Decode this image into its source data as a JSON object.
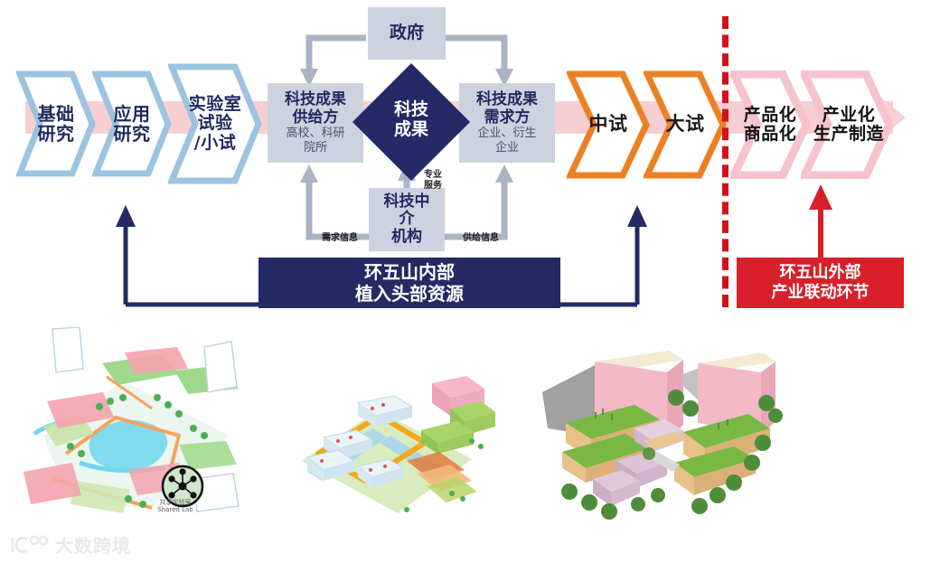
{
  "diagram": {
    "title_implied": "科技成果转化链条与环五山产业联动示意图",
    "stages_blue": [
      {
        "id": "basic-research",
        "lines": [
          "基础",
          "研究"
        ]
      },
      {
        "id": "applied-research",
        "lines": [
          "应用",
          "研究"
        ]
      },
      {
        "id": "lab-trial",
        "lines": [
          "实验室",
          "试验",
          "/小试"
        ]
      }
    ],
    "stages_orange": [
      {
        "id": "pilot-trial",
        "lines": [
          "中试"
        ]
      },
      {
        "id": "large-trial",
        "lines": [
          "大试"
        ]
      }
    ],
    "stages_pink": [
      {
        "id": "productization",
        "lines": [
          "产品化",
          "商品化"
        ]
      },
      {
        "id": "industrialization",
        "lines": [
          "产业化",
          "生产制造"
        ]
      }
    ],
    "center": {
      "government": {
        "label": "政府"
      },
      "supplier": {
        "title": "科技成果\n供给方",
        "title_lines": [
          "科技成果",
          "供给方"
        ],
        "subtitle_lines": [
          "高校、科研",
          "院所"
        ]
      },
      "demander": {
        "title_lines": [
          "科技成果",
          "需求方"
        ],
        "subtitle_lines": [
          "企业、衍生",
          "企业"
        ]
      },
      "achievement": {
        "lines": [
          "科技",
          "成果"
        ]
      },
      "intermediary": {
        "lines": [
          "科技中",
          "介",
          "机构"
        ]
      },
      "edge_labels": {
        "demand_info": "需求信息",
        "supply_info": "供给信息",
        "professional_service_lines": [
          "专业",
          "服务"
        ]
      }
    },
    "banners": {
      "internal": {
        "lines": [
          "环五山内部",
          "植入头部资源"
        ],
        "color": "#242a63"
      },
      "external": {
        "lines": [
          "环五山外部",
          "产业联动环节"
        ],
        "color": "#d8202a"
      }
    },
    "divider": {
      "style": "dashed",
      "color": "#d0121b"
    },
    "images": [
      {
        "id": "masterplan-map",
        "caption_cn": "共享实验室",
        "caption_en": "Shared Lab"
      },
      {
        "id": "isometric-campus",
        "caption_cn": "",
        "caption_en": ""
      },
      {
        "id": "isometric-block",
        "caption_cn": "",
        "caption_en": ""
      }
    ],
    "watermark": {
      "text": "大数跨境",
      "logo": "ic-logo"
    },
    "colors": {
      "flow_arrow": "#f7cfd3",
      "chevron_blue": "#9cc3e0",
      "chevron_orange": "#ec8025",
      "chevron_pink": "#f6c2cd",
      "box_fill": "#ccd2de",
      "navy": "#242a63",
      "red": "#d8202a",
      "connector_grey": "#aab4c4"
    }
  }
}
